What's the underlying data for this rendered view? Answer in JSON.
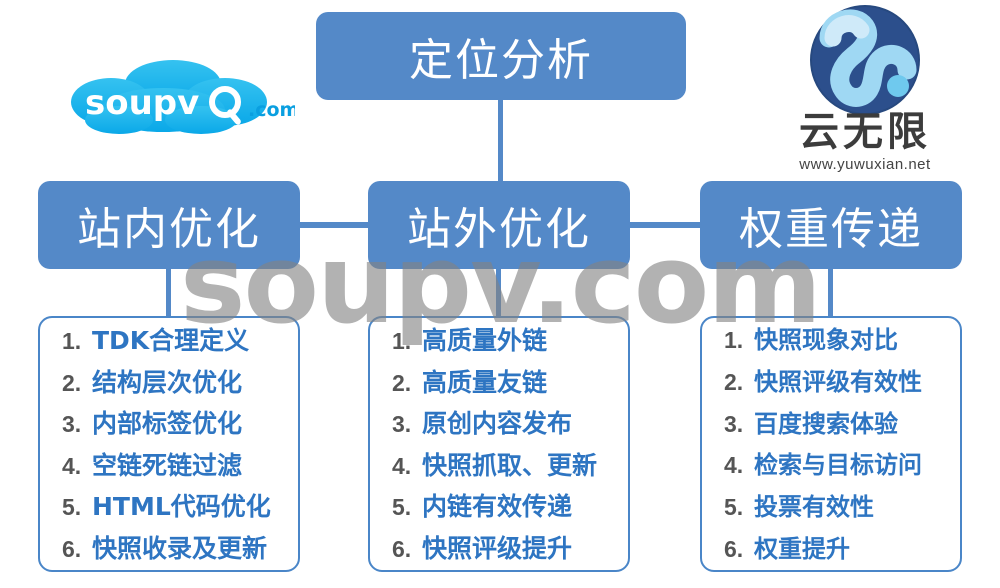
{
  "page": {
    "background_color": "#ffffff",
    "accent_blue": "#5489c8",
    "text_blue": "#2e75c2",
    "number_gray": "#555555",
    "watermark_text": "soupv.com"
  },
  "title_box": {
    "label": "定位分析"
  },
  "category_boxes": [
    {
      "label": "站内优化"
    },
    {
      "label": "站外优化"
    },
    {
      "label": "权重传递"
    }
  ],
  "lists": [
    {
      "items": [
        {
          "num": "1.",
          "text": "TDK合理定义"
        },
        {
          "num": "2.",
          "text": "结构层次优化"
        },
        {
          "num": "3.",
          "text": "内部标签优化"
        },
        {
          "num": "4.",
          "text": "空链死链过滤"
        },
        {
          "num": "5.",
          "text": "HTML代码优化"
        },
        {
          "num": "6.",
          "text": "快照收录及更新"
        }
      ]
    },
    {
      "items": [
        {
          "num": "1.",
          "text": "高质量外链"
        },
        {
          "num": "2.",
          "text": "高质量友链"
        },
        {
          "num": "3.",
          "text": "原创内容发布"
        },
        {
          "num": "4.",
          "text": "快照抓取、更新"
        },
        {
          "num": "5.",
          "text": "内链有效传递"
        },
        {
          "num": "6.",
          "text": "快照评级提升"
        }
      ]
    },
    {
      "items": [
        {
          "num": "1.",
          "text": "快照现象对比"
        },
        {
          "num": "2.",
          "text": "快照评级有效性"
        },
        {
          "num": "3.",
          "text": "百度搜索体验"
        },
        {
          "num": "4.",
          "text": "检索与目标访问"
        },
        {
          "num": "5.",
          "text": "投票有效性"
        },
        {
          "num": "6.",
          "text": "权重提升"
        }
      ]
    }
  ],
  "soupv_logo": {
    "wordmark": "soupv",
    "suffix": ".com"
  },
  "yuwuxian_logo": {
    "name": "云无限",
    "url": "www.yuwuxian.net"
  }
}
